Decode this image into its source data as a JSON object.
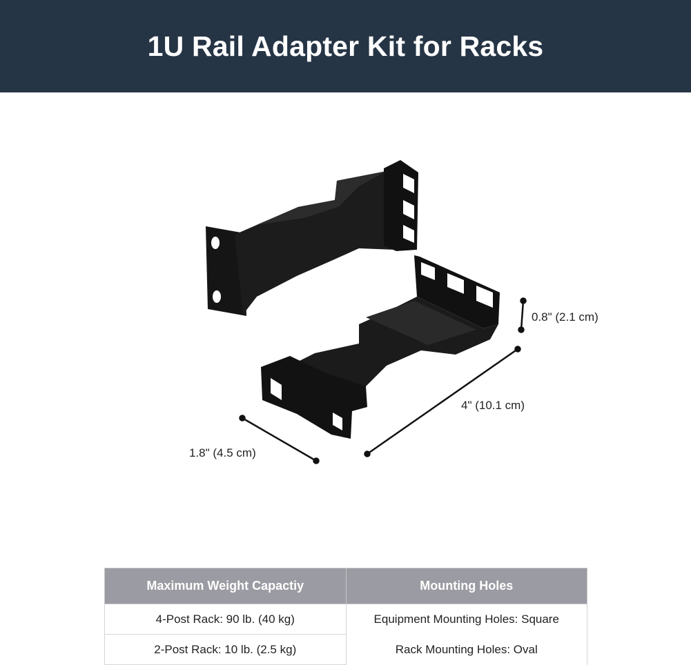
{
  "banner": {
    "title": "1U Rail Adapter Kit for Racks",
    "background": "#263545"
  },
  "dimensions": {
    "height": "0.8\" (2.1 cm)",
    "length": "4\" (10.1 cm)",
    "width": "1.8\" (4.5 cm)"
  },
  "specs_table": {
    "headers": [
      "Maximum Weight Capactiy",
      "Mounting Holes"
    ],
    "rows": [
      [
        "4-Post Rack: 90 lb. (40 kg)",
        "Equipment Mounting Holes: Square"
      ],
      [
        "2-Post Rack: 10 lb. (2.5 kg)",
        "Rack Mounting Holes: Oval"
      ]
    ],
    "header_color": "#9b9ba3"
  }
}
